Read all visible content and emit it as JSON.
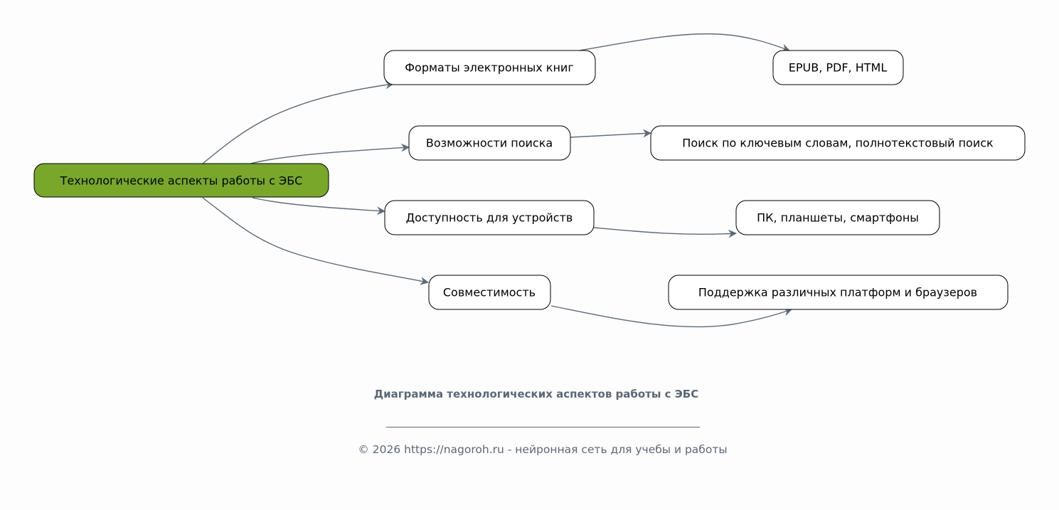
{
  "diagram": {
    "root": {
      "label": "Технологические аспекты работы с ЭБС",
      "color": "#78a72a"
    },
    "branches": [
      {
        "label": "Форматы электронных книг",
        "leaf": "EPUB, PDF, HTML"
      },
      {
        "label": "Возможности поиска",
        "leaf": "Поиск по ключевым словам, полнотекстовый поиск"
      },
      {
        "label": "Доступность для устройств",
        "leaf": "ПК, планшеты, смартфоны"
      },
      {
        "label": "Совместимость",
        "leaf": "Поддержка различных платформ и браузеров"
      }
    ],
    "edge_color": "#5c6b7a"
  },
  "caption": {
    "title": "Диаграмма технологических аспектов работы с ЭБС",
    "footer": "© 2026 https://nagoroh.ru - нейронная сеть для учебы и работы"
  }
}
